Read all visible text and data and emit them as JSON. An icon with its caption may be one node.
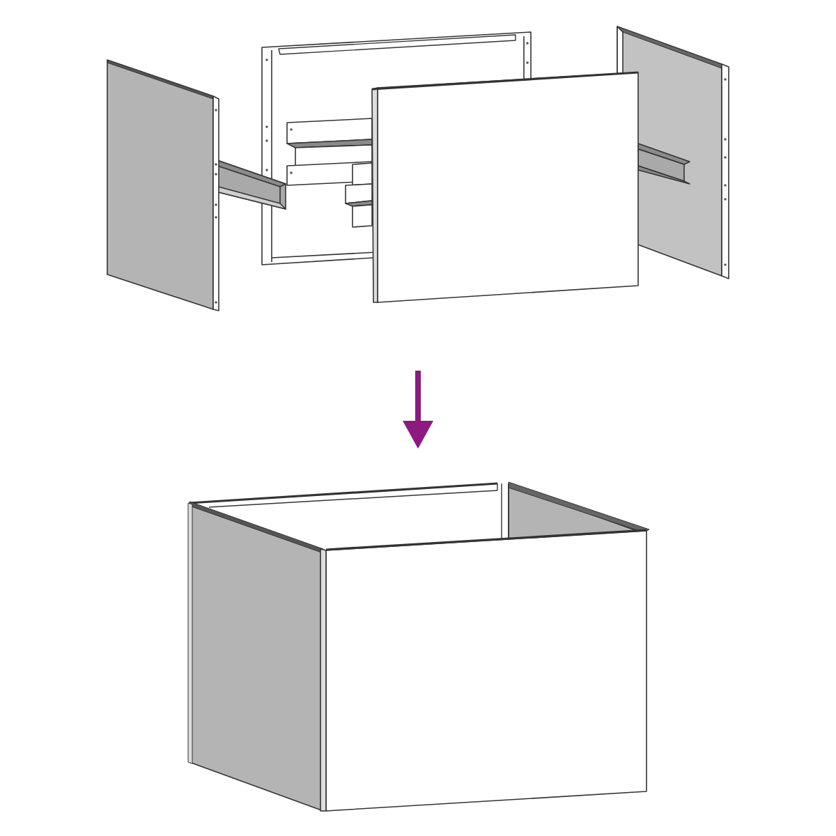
{
  "diagram": {
    "nodes": [
      {
        "text": [],
        "shape": "picture"
      },
      {
        "text": [],
        "shape": "picture"
      }
    ],
    "edges": [
      {
        "from": 0,
        "to": 1,
        "arrow": "to",
        "color": "#8c1a80"
      }
    ]
  }
}
